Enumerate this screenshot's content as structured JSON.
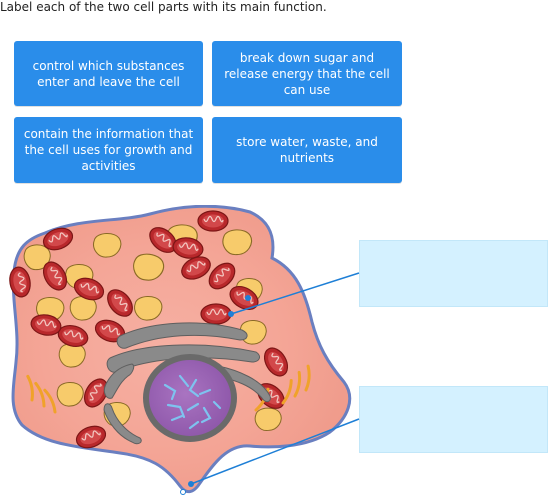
{
  "instruction": "Label each of the two cell parts with its main function.",
  "choices": [
    {
      "label": "control which substances enter and leave the cell"
    },
    {
      "label": "break down sugar and release energy that the cell can use"
    },
    {
      "label": "contain the information that the cell uses for growth and activities"
    },
    {
      "label": "store water, waste, and nutrients"
    }
  ],
  "drop_targets": [
    {
      "value": ""
    },
    {
      "value": ""
    }
  ],
  "colors": {
    "accent": "#2a8dea",
    "drop_target": "#d4f1ff",
    "leader_line": "#1e7fd6",
    "membrane": "#6a7fc0",
    "cytoplasm": "#f4a596",
    "vacuole": "#f7cb6b",
    "mitochondria": "#b8282b",
    "nucleus": "#9b62b4",
    "golgi": "#8a8a8a"
  },
  "icons": [
    "animal-cell-illustration"
  ]
}
